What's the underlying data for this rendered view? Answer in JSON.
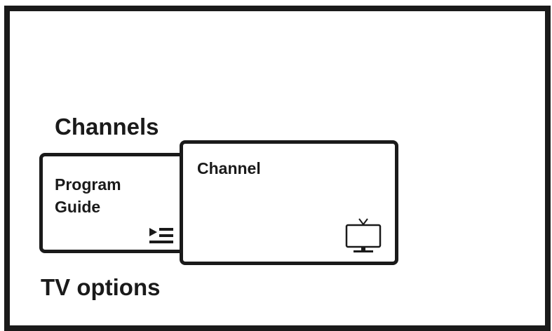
{
  "sections": {
    "channels_heading": "Channels",
    "tv_options_heading": "TV options"
  },
  "cards": {
    "program_guide": {
      "label_line1": "Program",
      "label_line2": "Guide",
      "icon": "playlist-icon"
    },
    "channel": {
      "label": "Channel",
      "icon": "tv-icon"
    }
  },
  "colors": {
    "foreground": "#1a1a1a",
    "background": "#ffffff"
  }
}
